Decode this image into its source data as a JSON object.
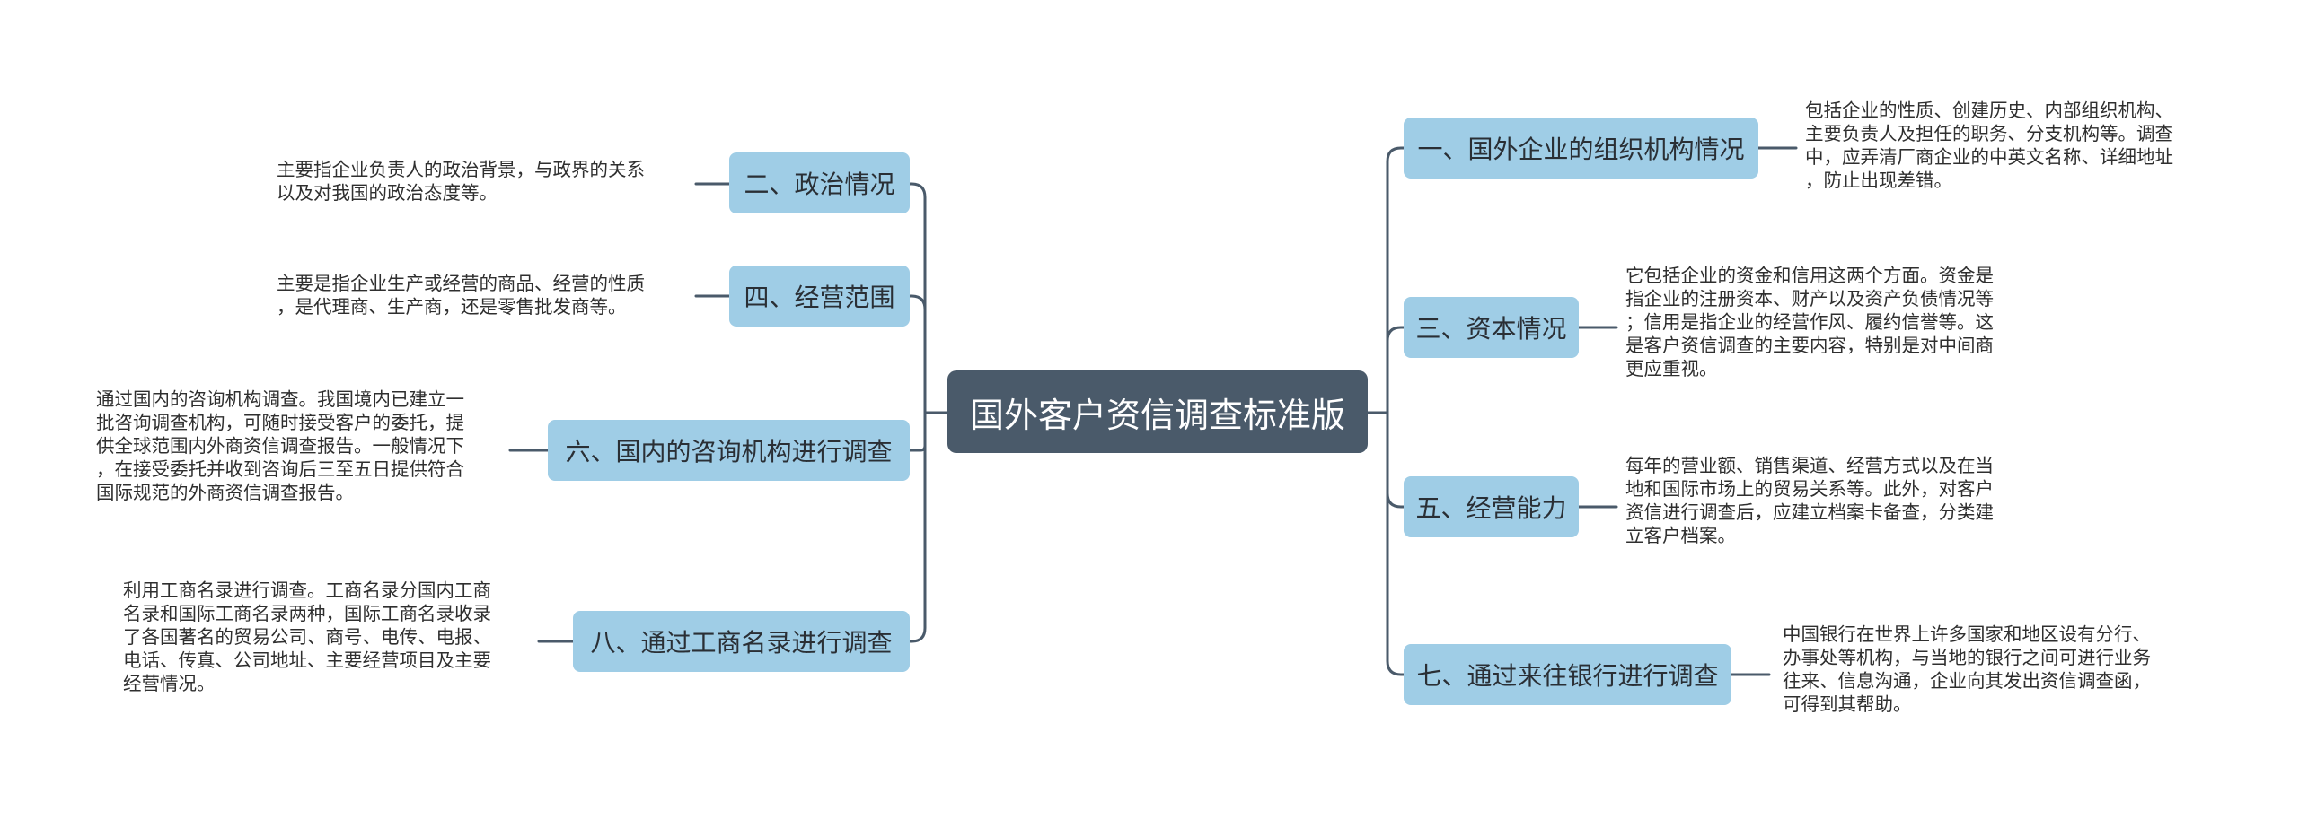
{
  "title": "国外客户资信调查标准版",
  "branches": [
    {
      "label": "一、国外企业的组织机构情况",
      "desc": "包括企业的性质、创建历史、内部组织机构、\n主要负责人及担任的职务、分支机构等。调查\n中，应弄清厂商企业的中英文名称、详细地址\n，防止出现差错。"
    },
    {
      "label": "二、政治情况",
      "desc": "主要指企业负责人的政治背景，与政界的关系\n以及对我国的政治态度等。"
    },
    {
      "label": "三、资本情况",
      "desc": "它包括企业的资金和信用这两个方面。资金是\n指企业的注册资本、财产以及资产负债情况等\n；信用是指企业的经营作风、履约信誉等。这\n是客户资信调查的主要内容，特别是对中间商\n更应重视。"
    },
    {
      "label": "四、经营范围",
      "desc": "主要是指企业生产或经营的商品、经营的性质\n，是代理商、生产商，还是零售批发商等。"
    },
    {
      "label": "五、经营能力",
      "desc": "每年的营业额、销售渠道、经营方式以及在当\n地和国际市场上的贸易关系等。此外，对客户\n资信进行调查后，应建立档案卡备查，分类建\n立客户档案。"
    },
    {
      "label": "六、国内的咨询机构进行调查",
      "desc": "通过国内的咨询机构调查。我国境内已建立一\n批咨询调查机构，可随时接受客户的委托，提\n供全球范围内外商资信调查报告。一般情况下\n，在接受委托并收到咨询后三至五日提供符合\n国际规范的外商资信调查报告。"
    },
    {
      "label": "七、通过来往银行进行调查",
      "desc": "中国银行在世界上许多国家和地区设有分行、\n办事处等机构，与当地的银行之间可进行业务\n往来、信息沟通，企业向其发出资信调查函，\n可得到其帮助。"
    },
    {
      "label": "八、通过工商名录进行调查",
      "desc": "利用工商名录进行调查。工商名录分国内工商\n名录和国际工商名录两种，国际工商名录收录\n了各国著名的贸易公司、商号、电传、电报、\n电话、传真、公司地址、主要经营项目及主要\n经营情况。"
    }
  ]
}
